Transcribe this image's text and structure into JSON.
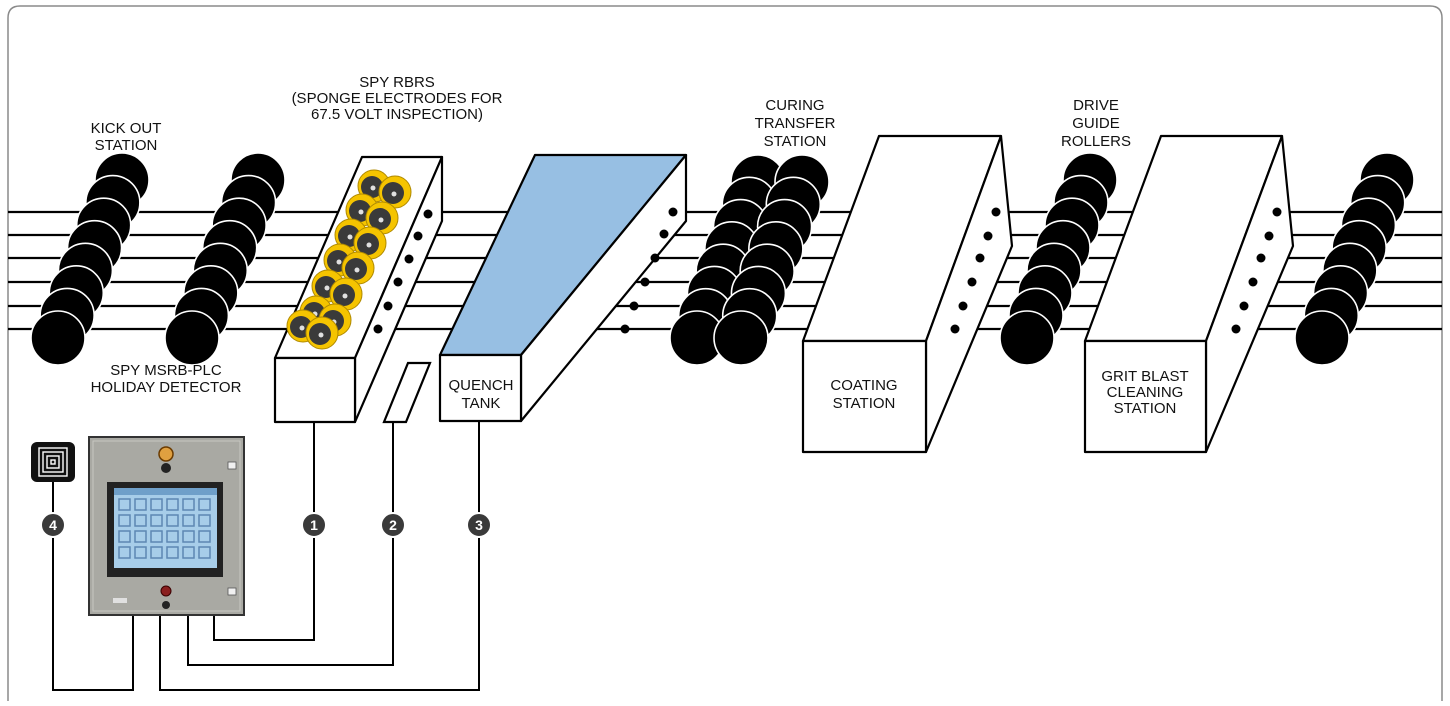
{
  "labels": {
    "kick_out": [
      "KICK OUT",
      "STATION"
    ],
    "spy_rbrs": [
      "SPY RBRS",
      "(SPONGE ELECTRODES FOR",
      "67.5 VOLT INSPECTION)"
    ],
    "curing": [
      "CURING",
      "TRANSFER",
      "STATION"
    ],
    "drive": [
      "DRIVE",
      "GUIDE",
      "ROLLERS"
    ],
    "quench": [
      "QUENCH",
      "TANK"
    ],
    "coating": [
      "COATING",
      "STATION"
    ],
    "grit": [
      "GRIT BLAST",
      "CLEANING",
      "STATION"
    ],
    "detector": [
      "SPY MSRB-PLC",
      "HOLIDAY DETECTOR"
    ]
  },
  "markers": [
    "1",
    "2",
    "3",
    "4"
  ],
  "colors": {
    "tank_fill": "#97bfe3",
    "electrode_ring": "#f5c400",
    "roller": "#000000",
    "line": "#000000",
    "panel_gray": "#a9a9a3",
    "screen": "#a7cde9"
  },
  "icons": {
    "roller": "roller-icon",
    "electrode": "sponge-electrode-icon",
    "beacon": "beacon-icon",
    "alarm": "alarm-square-icon"
  }
}
